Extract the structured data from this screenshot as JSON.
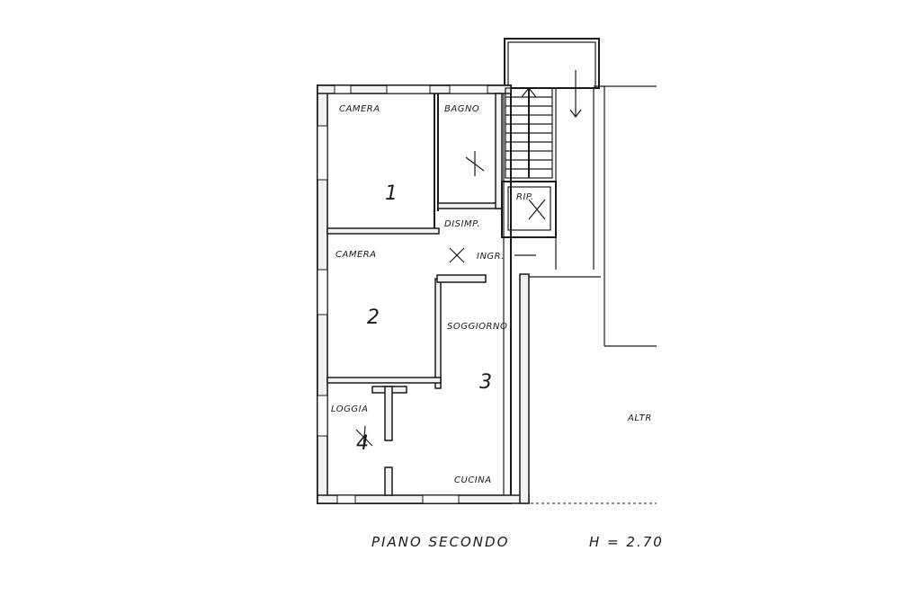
{
  "rooms": {
    "camera_1": "CAMERA",
    "bagno": "BAGNO",
    "rip": "RIP.",
    "disimp": "DISIMP.",
    "camera_2": "CAMERA",
    "ingr": "INGR.",
    "soggiorno": "SOGGIORNO",
    "loggia": "LOGGIA",
    "cucina": "CUCINA",
    "altra": "ALTR"
  },
  "room_numbers": {
    "camera_1": "1",
    "camera_2": "2",
    "soggiorno": "3",
    "loggia": "4"
  },
  "footer": {
    "floor_label": "PIANO SECONDO",
    "height_label": "H = 2.70"
  }
}
